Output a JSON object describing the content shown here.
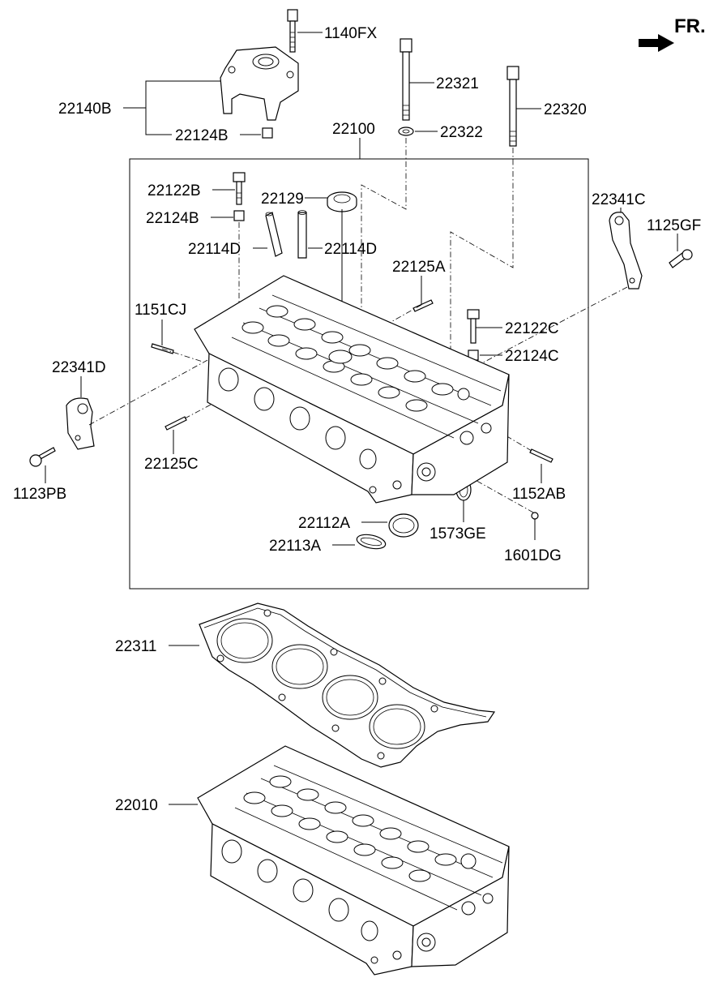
{
  "direction_marker": {
    "text": "FR.",
    "icon": "front-direction-arrow-icon"
  },
  "labels": {
    "l_1140FX": "1140FX",
    "l_22140B": "22140B",
    "l_22124B_top": "22124B",
    "l_22321": "22321",
    "l_22322": "22322",
    "l_22320": "22320",
    "l_22100": "22100",
    "l_22122B": "22122B",
    "l_22124B": "22124B",
    "l_22129": "22129",
    "l_22114D_left": "22114D",
    "l_22114D_right": "22114D",
    "l_22125A": "22125A",
    "l_22341C": "22341C",
    "l_1125GF": "1125GF",
    "l_1151CJ": "1151CJ",
    "l_22122C": "22122C",
    "l_22124C": "22124C",
    "l_22341D": "22341D",
    "l_22125C": "22125C",
    "l_1123PB": "1123PB",
    "l_1152AB": "1152AB",
    "l_22112A": "22112A",
    "l_1573GE": "1573GE",
    "l_22113A": "22113A",
    "l_1601DG": "1601DG",
    "l_22311": "22311",
    "l_22010": "22010"
  }
}
